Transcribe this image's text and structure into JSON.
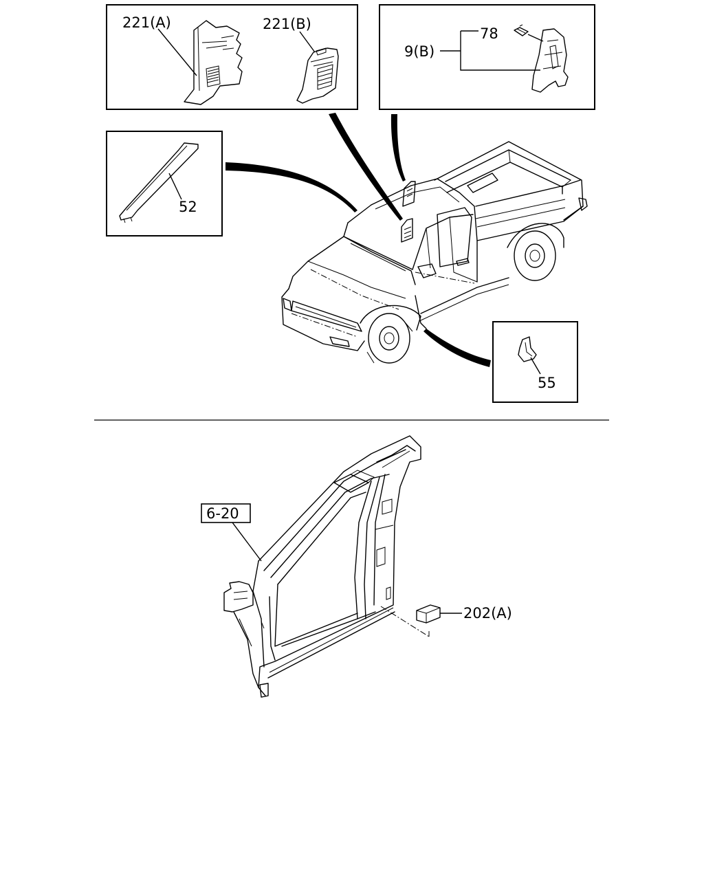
{
  "labels": {
    "part_221a": "221(A)",
    "part_221b": "221(B)",
    "part_9b": "9(B)",
    "part_78": "78",
    "part_52": "52",
    "part_55": "55",
    "ref_6_20": "6-20",
    "part_202a": "202(A)"
  }
}
